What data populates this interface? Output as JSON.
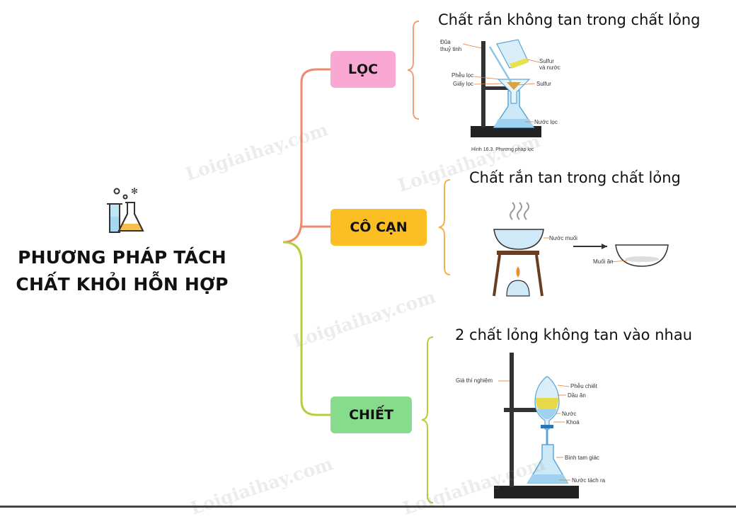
{
  "title": {
    "line1": "PHƯƠNG PHÁP TÁCH",
    "line2": "CHẤT KHỎI HỖN HỢP"
  },
  "colors": {
    "loc": "#f9a8d4",
    "co_can": "#fbbf24",
    "chiet": "#86dc8b",
    "branch_top": "#f08a6a",
    "branch_bottom": "#b9cd3a"
  },
  "methods": [
    {
      "name": "LỌC",
      "description": "Chất rắn không tan trong chất lỏng",
      "labels": {
        "rod": "Đũa",
        "rod2": "thuỷ tinh",
        "mixture": "Sulfur",
        "mixture2": "và nước",
        "funnel": "Phễu lọc",
        "paper": "Giấy lọc",
        "solid": "Sulfur",
        "filtrate": "Nước lọc",
        "caption": "Hình 16.3. Phương pháp lọc"
      }
    },
    {
      "name": "CÔ CẠN",
      "description": "Chất rắn tan trong chất lỏng",
      "labels": {
        "brine": "Nước muối",
        "salt": "Muối ăn"
      }
    },
    {
      "name": "CHIẾT",
      "description": "2 chất lỏng không tan vào nhau",
      "labels": {
        "stand": "Giá thí nghiệm",
        "funnel": "Phễu chiết",
        "oil": "Dầu ăn",
        "water": "Nước",
        "tap": "Khoá",
        "flask": "Bình tam giác",
        "separated": "Nước tách ra"
      }
    }
  ],
  "watermark": "Loigiaihay.com"
}
